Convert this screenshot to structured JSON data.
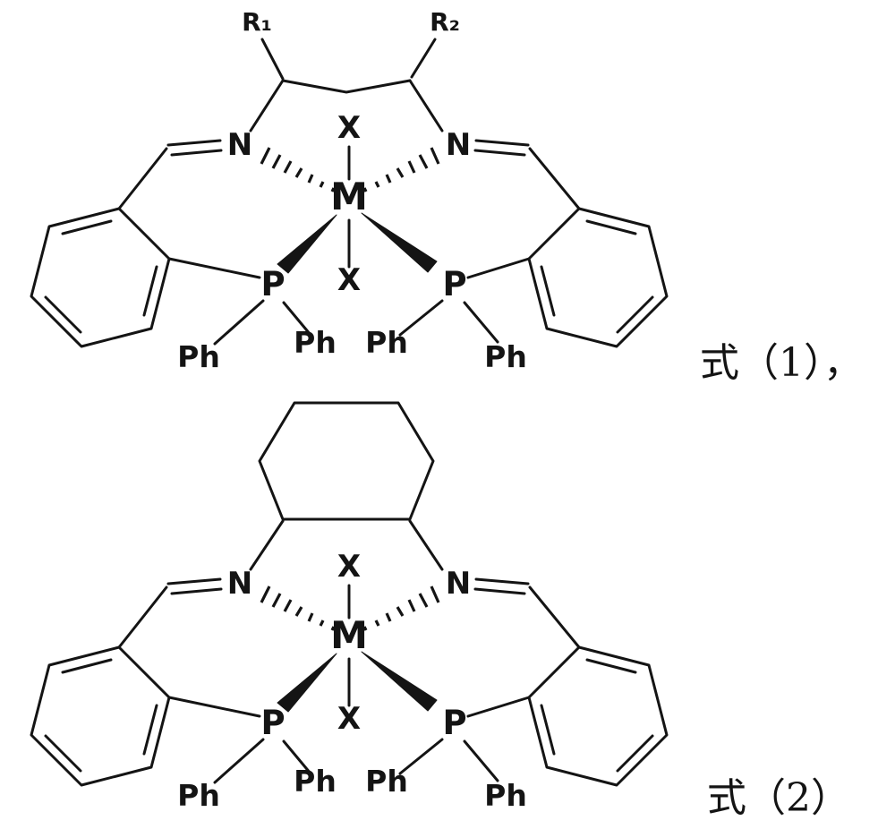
{
  "page": {
    "background": "#ffffff",
    "ink": "#141414"
  },
  "structures": [
    {
      "id": "formula-1",
      "caption": "式（1），",
      "labels": {
        "r1": "R₁",
        "r2": "R₂",
        "x_top": "X",
        "x_bottom": "X",
        "metal": "M",
        "n_left": "N",
        "n_right": "N",
        "p_left": "P",
        "p_right": "P",
        "ph_1": "Ph",
        "ph_2": "Ph",
        "ph_3": "Ph",
        "ph_4": "Ph"
      }
    },
    {
      "id": "formula-2",
      "caption": "式（2）",
      "labels": {
        "x_top": "X",
        "x_bottom": "X",
        "metal": "M",
        "n_left": "N",
        "n_right": "N",
        "p_left": "P",
        "p_right": "P",
        "ph_1": "Ph",
        "ph_2": "Ph",
        "ph_3": "Ph",
        "ph_4": "Ph"
      }
    }
  ]
}
